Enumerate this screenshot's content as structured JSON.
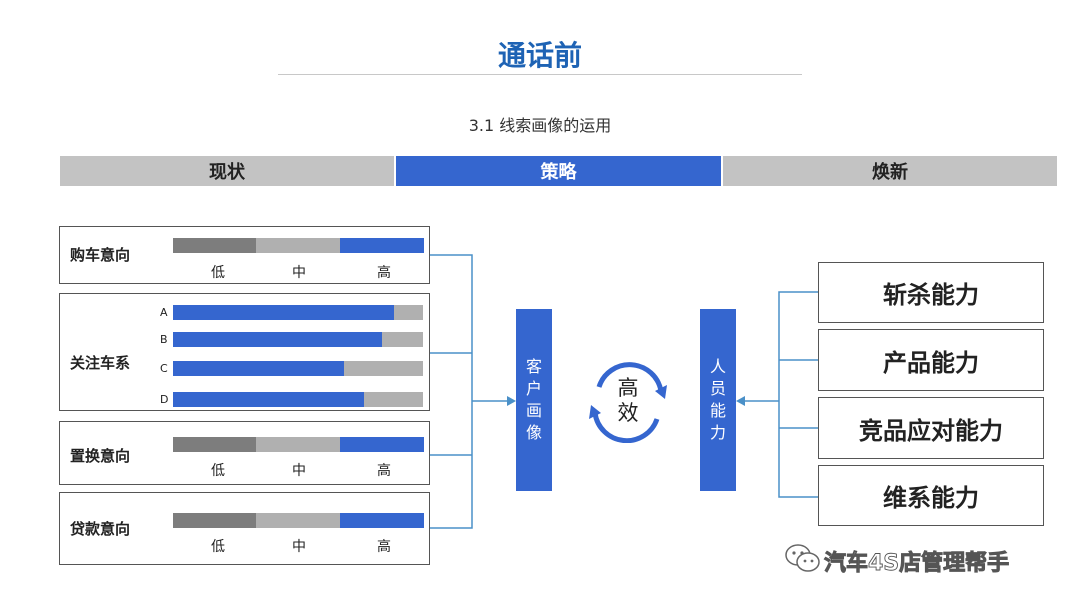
{
  "header": {
    "title": "通话前",
    "subtitle": "3.1 线索画像的运用"
  },
  "bands": [
    {
      "label": "现状"
    },
    {
      "label": "策略"
    },
    {
      "label": "焕新"
    }
  ],
  "levels": {
    "low": "低",
    "mid": "中",
    "high": "高"
  },
  "left_items": {
    "purchase_intent": {
      "label": "购车意向",
      "level": "高"
    },
    "series_focus": {
      "label": "关注车系",
      "bars": [
        {
          "name": "A",
          "fill": 0.885
        },
        {
          "name": "B",
          "fill": 0.835
        },
        {
          "name": "C",
          "fill": 0.685
        },
        {
          "name": "D",
          "fill": 0.765
        }
      ]
    },
    "replacement_intent": {
      "label": "置换意向",
      "level": "高"
    },
    "loan_intent": {
      "label": "贷款意向",
      "level": "高"
    }
  },
  "center": {
    "customer_profile": "客户画像",
    "cycle": "高效",
    "staff_ability": "人员能力"
  },
  "abilities": [
    {
      "label": "斩杀能力"
    },
    {
      "label": "产品能力"
    },
    {
      "label": "竞品应对能力"
    },
    {
      "label": "维系能力"
    }
  ],
  "watermark": "汽车4S店管理帮手",
  "colors": {
    "accent_blue": "#3566cf",
    "title_blue": "#1e63b4",
    "grey_band": "#c3c3c3",
    "dark_grey": "#7d7d7d",
    "light_grey": "#b0b0b0",
    "connector": "#4a90c8"
  }
}
